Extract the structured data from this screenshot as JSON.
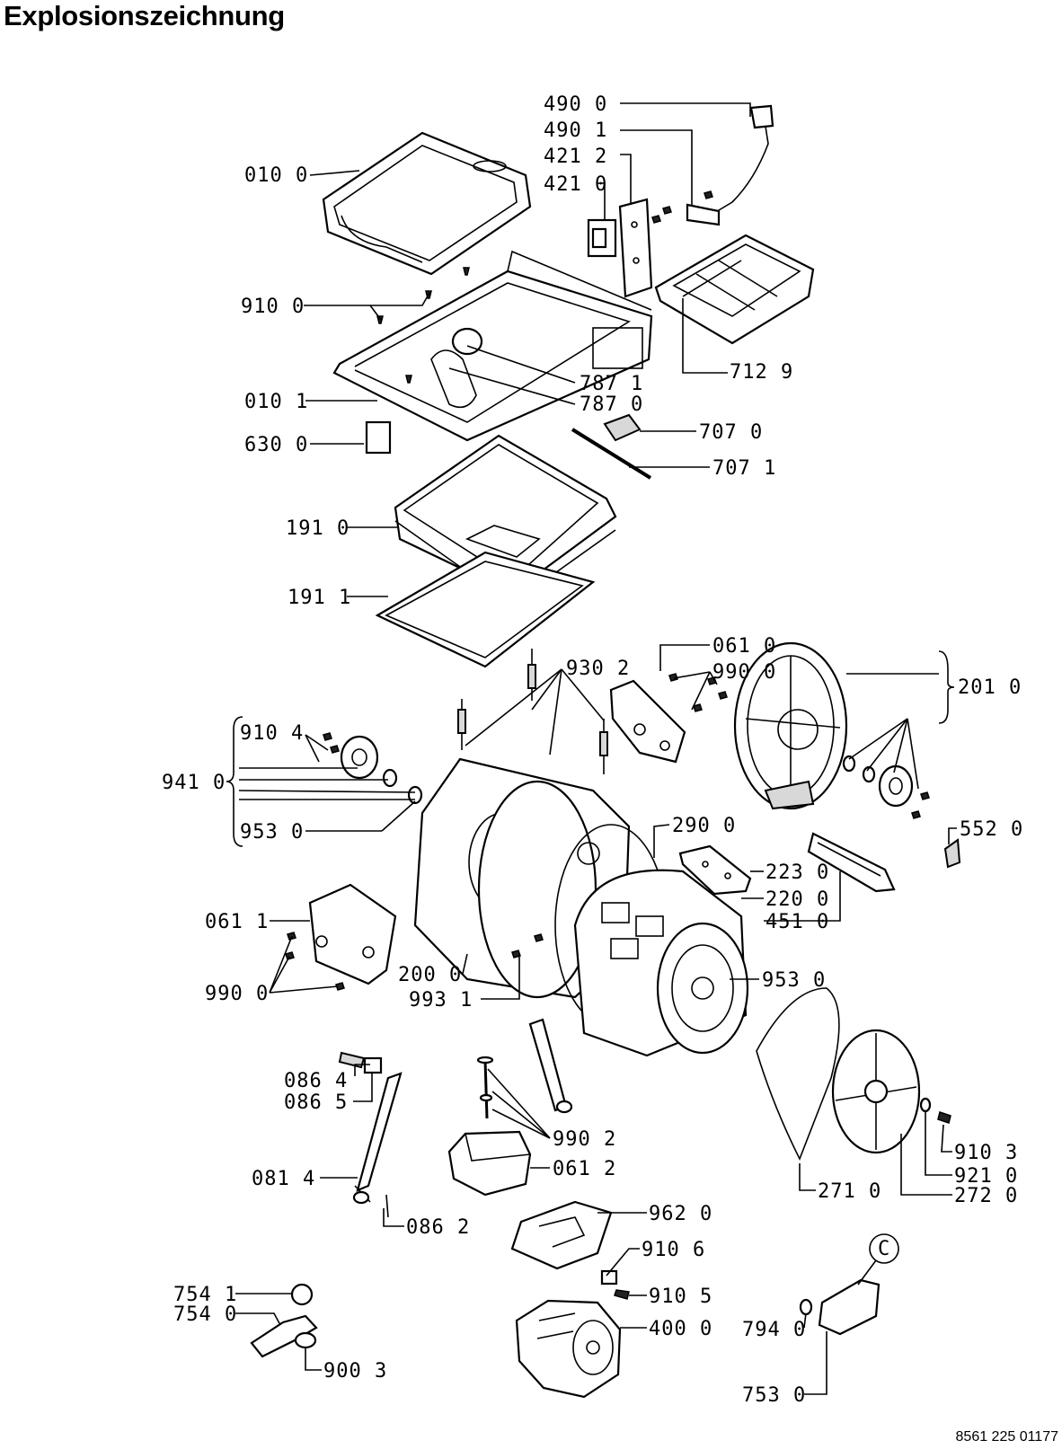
{
  "title": "Explosionszeichnung",
  "document_number": "8561 225 01177",
  "callouts": {
    "p4900": "490 0",
    "p4901": "490 1",
    "p4212": "421 2",
    "p4210": "421 0",
    "p0100": "010 0",
    "p9100": "910 0",
    "p7129": "712 9",
    "p7871": "787 1",
    "p7870": "787 0",
    "p0101": "010 1",
    "p7070": "707 0",
    "p6300": "630 0",
    "p7071": "707 1",
    "p1910": "191 0",
    "p1911": "191 1",
    "p0610": "061 0",
    "p9302": "930 2",
    "p9900": "990 0",
    "p2010": "201 0",
    "p9104": "910 4",
    "p9410": "941 0",
    "p9530a": "953 0",
    "p2900": "290 0",
    "p5520": "552 0",
    "p2230": "223 0",
    "p0611": "061 1",
    "p2200": "220 0",
    "p4510": "451 0",
    "p9900b": "990 0",
    "p2000": "200 0",
    "p9531": "993 1",
    "p9530b": "953 0",
    "p0864": "086 4",
    "p0865": "086 5",
    "p9902": "990 2",
    "p9103": "910 3",
    "p0612": "061 2",
    "p9210": "921 0",
    "p0814": "081 4",
    "p2710": "271 0",
    "p2720": "272 0",
    "p0862": "086 2",
    "p9620": "962 0",
    "p9106": "910 6",
    "p9105": "910 5",
    "p7541": "754 1",
    "p7540": "754 0",
    "p4000": "400 0",
    "p7940": "794 0",
    "p9003": "900 3",
    "p7530": "753 0",
    "circle_c": "C"
  }
}
